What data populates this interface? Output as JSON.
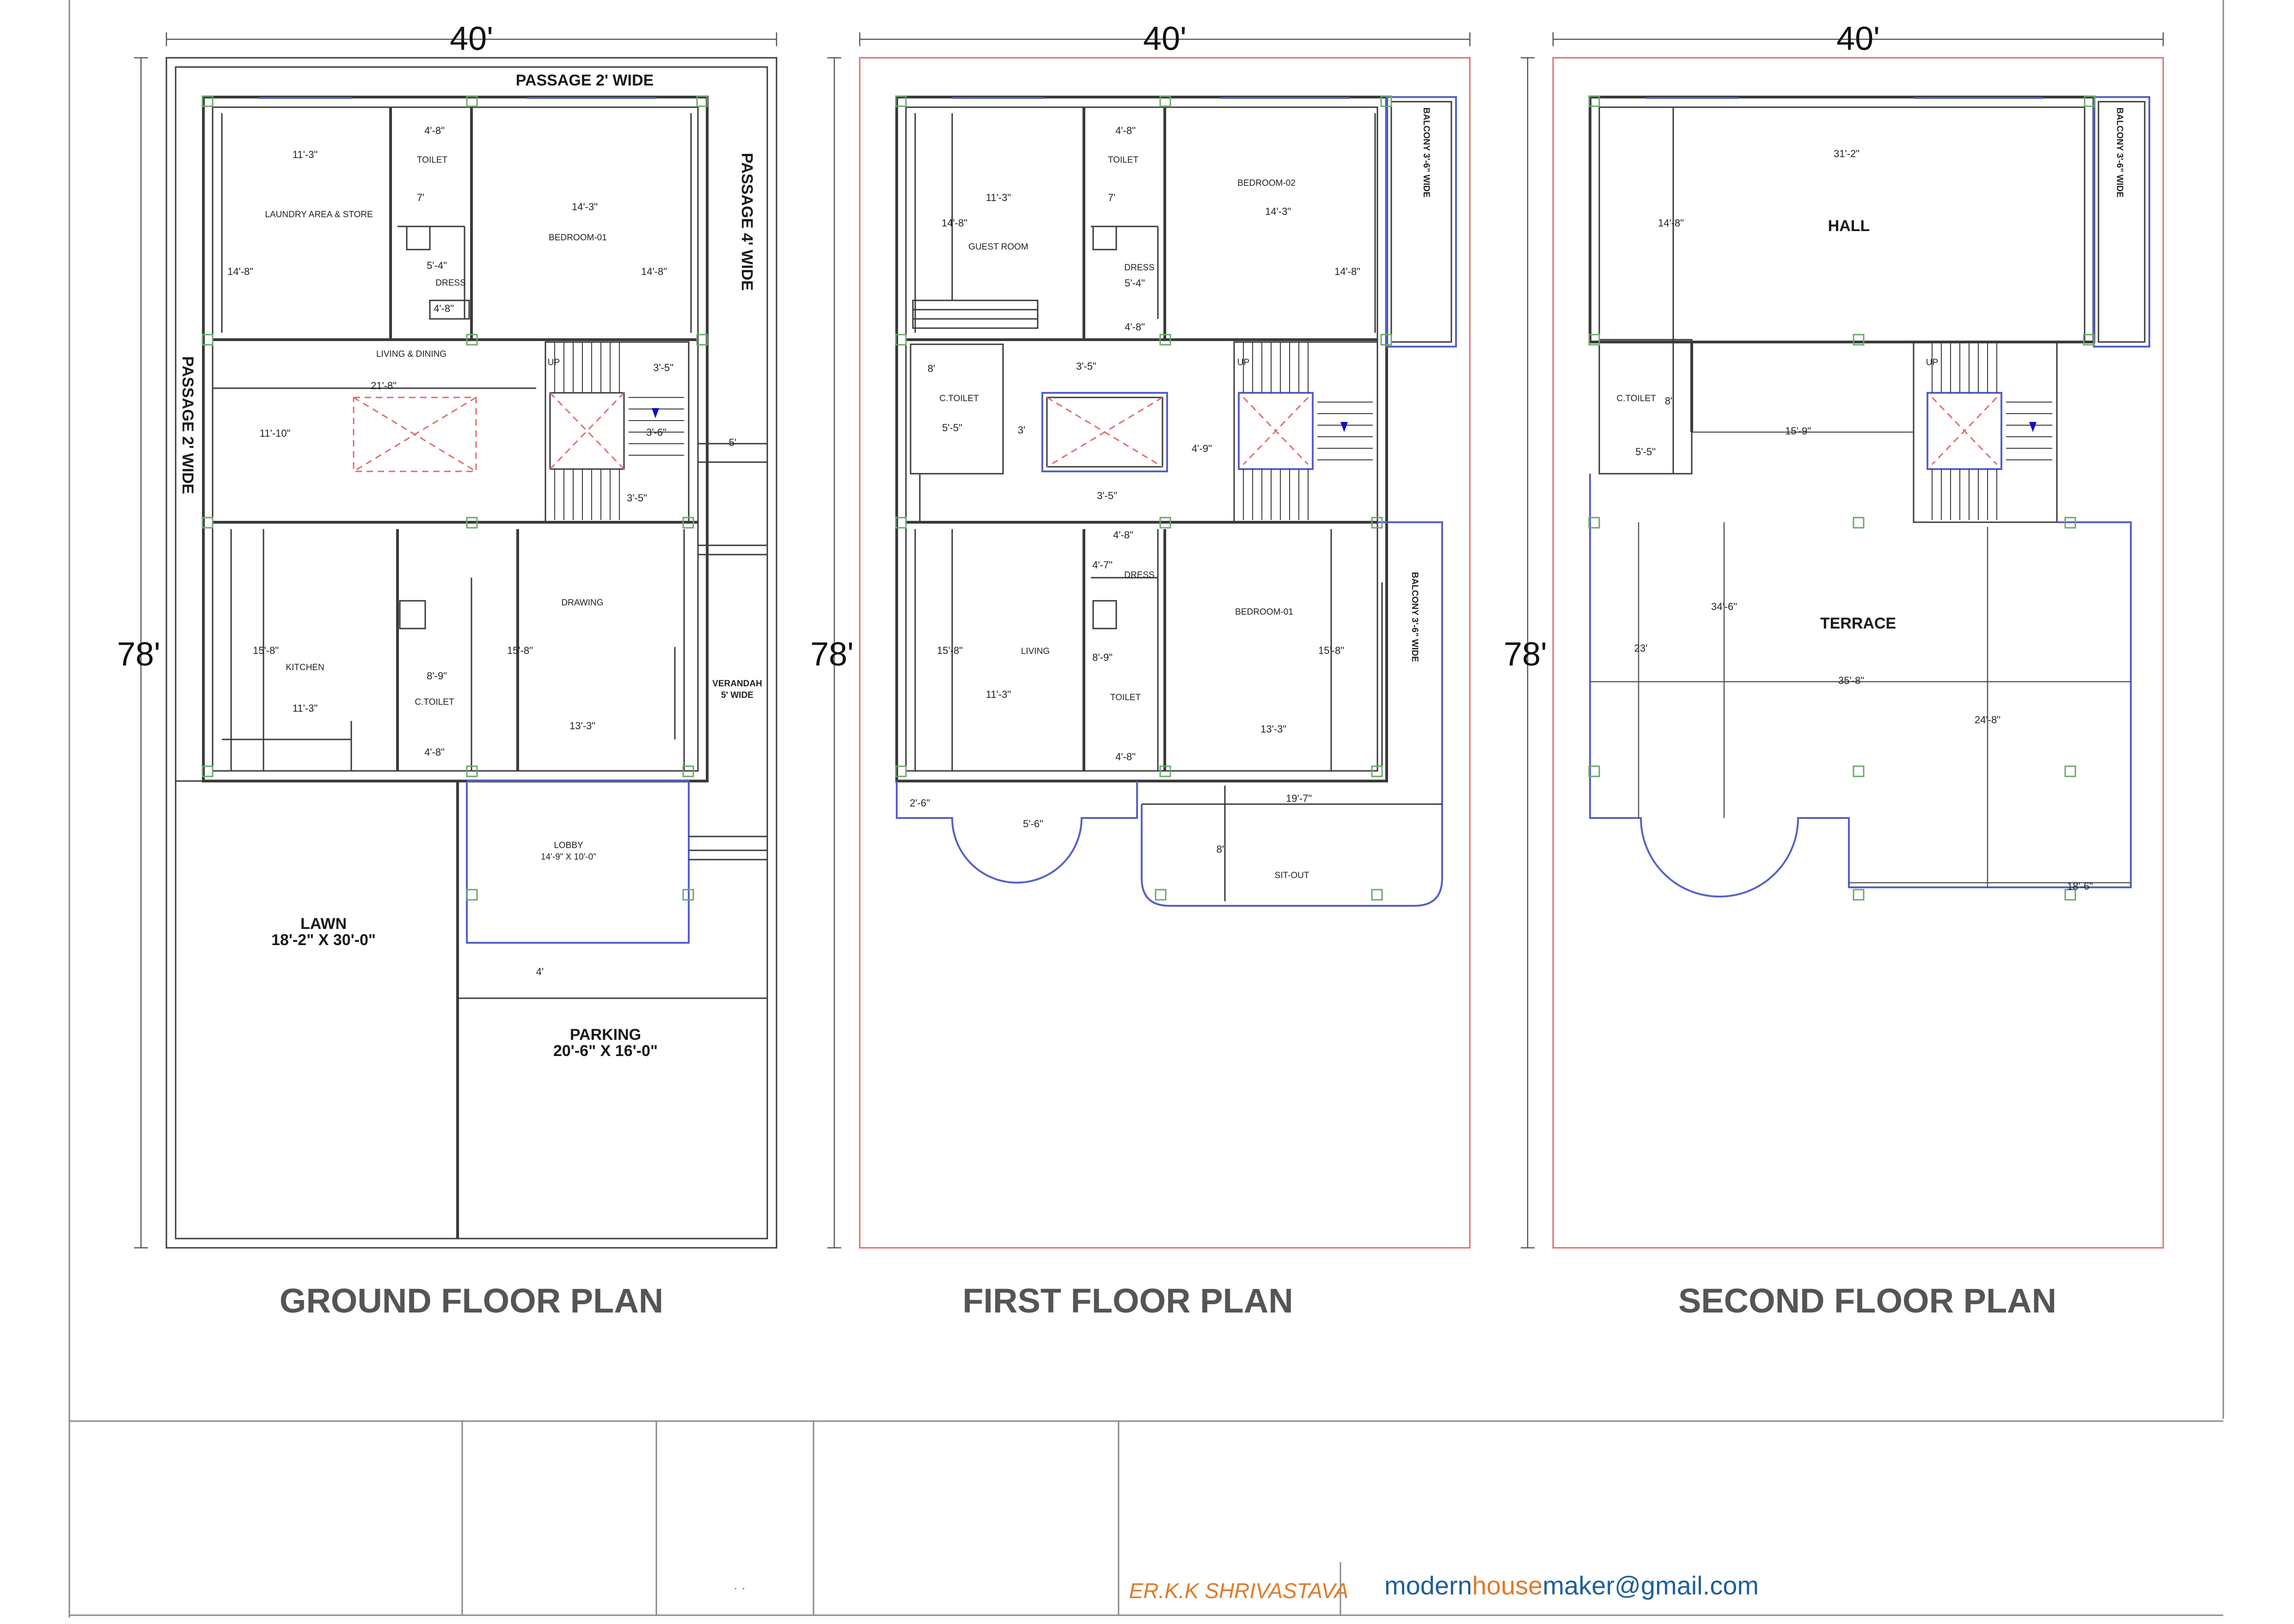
{
  "plans": {
    "ground": {
      "title": "GROUND FLOOR PLAN",
      "width": "40'",
      "depth": "78'",
      "passage_top": "PASSAGE 2' WIDE",
      "passage_right": "PASSAGE 4' WIDE",
      "passage_left": "PASSAGE 2' WIDE",
      "rooms": {
        "laundry": "LAUNDRY AREA & STORE",
        "toilet": "TOILET",
        "bedroom": "BEDROOM-01",
        "dress": "DRESS",
        "living": "LIVING & DINING",
        "up": "UP",
        "kitchen": "KITCHEN",
        "ctoilet": "C.TOILET",
        "drawing": "DRAWING",
        "verandah": "VERANDAH",
        "verandah_w": "5' WIDE",
        "lobby": "LOBBY",
        "lobby_size": "14'-9\" X 10'-0\"",
        "lawn": "LAWN",
        "lawn_size": "18'-2\" X 30'-0\"",
        "parking": "PARKING",
        "parking_size": "20'-6\" X 16'-0\""
      },
      "dims": {
        "laundry_w": "11'-3\"",
        "laundry_h": "14'-8\"",
        "toilet_w": "4'-8\"",
        "toilet_h": "7'",
        "dress_w": "5'-4\"",
        "dress_b": "4'-8\"",
        "bed_w": "14'-3\"",
        "bed_h": "14'-8\"",
        "living_w": "21'-8\"",
        "living_h": "11'-10\"",
        "stair_w": "3'-5\"",
        "stair_h": "3'-6\"",
        "stair_b": "3'-5\"",
        "side": "5'",
        "kitchen_h": "15'-8\"",
        "kitchen_w": "11'-3\"",
        "ct_h": "8'-9\"",
        "ct_w": "4'-8\"",
        "draw_h": "15'-8\"",
        "draw_w": "13'-3\"",
        "gap": "4'"
      }
    },
    "first": {
      "title": "FIRST FLOOR PLAN",
      "width": "40'",
      "depth": "78'",
      "rooms": {
        "guest": "GUEST ROOM",
        "toilet": "TOILET",
        "dress": "DRESS",
        "bedroom2": "BEDROOM-02",
        "balcony_top": "BALCONY 3'-6\" WIDE",
        "ctoilet": "C.TOILET",
        "up": "UP",
        "living": "LIVING",
        "dress2": "DRESS",
        "toilet2": "TOILET",
        "bedroom1": "BEDROOM-01",
        "balcony_bot": "BALCONY 3'-6\" WIDE",
        "sitout": "SIT-OUT"
      },
      "dims": {
        "guest_w": "11'-3\"",
        "guest_h": "14'-8\"",
        "toilet_w": "4'-8\"",
        "toilet_h": "7'",
        "dress_w": "5'-4\"",
        "dress_b": "4'-8\"",
        "bed2_w": "14'-3\"",
        "bed2_h": "14'-8\"",
        "ct_h": "8'",
        "ct_w": "5'-5\"",
        "gap": "3'",
        "void_t": "3'-5\"",
        "void_b": "3'-5\"",
        "stair": "4'-9\"",
        "dress2_w": "4'-8\"",
        "dress2_h": "4'-7\"",
        "living_h": "15'-8\"",
        "living_w": "11'-3\"",
        "toilet2_h": "8'-9\"",
        "toilet2_w": "4'-8\"",
        "bed1_h": "15'-8\"",
        "bed1_w": "13'-3\"",
        "bay_w": "2'-6\"",
        "bay_r": "5'-6\"",
        "sit_w": "19'-7\"",
        "sit_h": "8'"
      }
    },
    "second": {
      "title": "SECOND FLOOR PLAN",
      "width": "40'",
      "depth": "78'",
      "rooms": {
        "hall": "HALL",
        "balcony": "BALCONY 3'-6\" WIDE",
        "ctoilet": "C.TOILET",
        "up": "UP",
        "terrace": "TERRACE"
      },
      "dims": {
        "hall_w": "31'-2\"",
        "hall_h": "14'-8\"",
        "ct_h": "8'",
        "ct_w": "5'-5\"",
        "stair_w": "15'-9\"",
        "terr_h": "34'-6\"",
        "terr_l": "23'",
        "terr_w": "35'-8\"",
        "terr_r": "24'-8\"",
        "bottom": "18'-6\""
      }
    }
  },
  "footer": {
    "credit": "ER.K.K SHRIVASTAVA",
    "email_a": "modern",
    "email_b": "house",
    "email_c": "maker",
    "email_d": "@gmail.com",
    "mark": "· ·"
  },
  "colors": {
    "wall": "#3a3a3a",
    "window": "#5560c8",
    "plot": "#e46a6a",
    "column": "#6aa86a",
    "title": "#555555",
    "credit": "#e07a2a",
    "email": "#1f5f9a"
  }
}
